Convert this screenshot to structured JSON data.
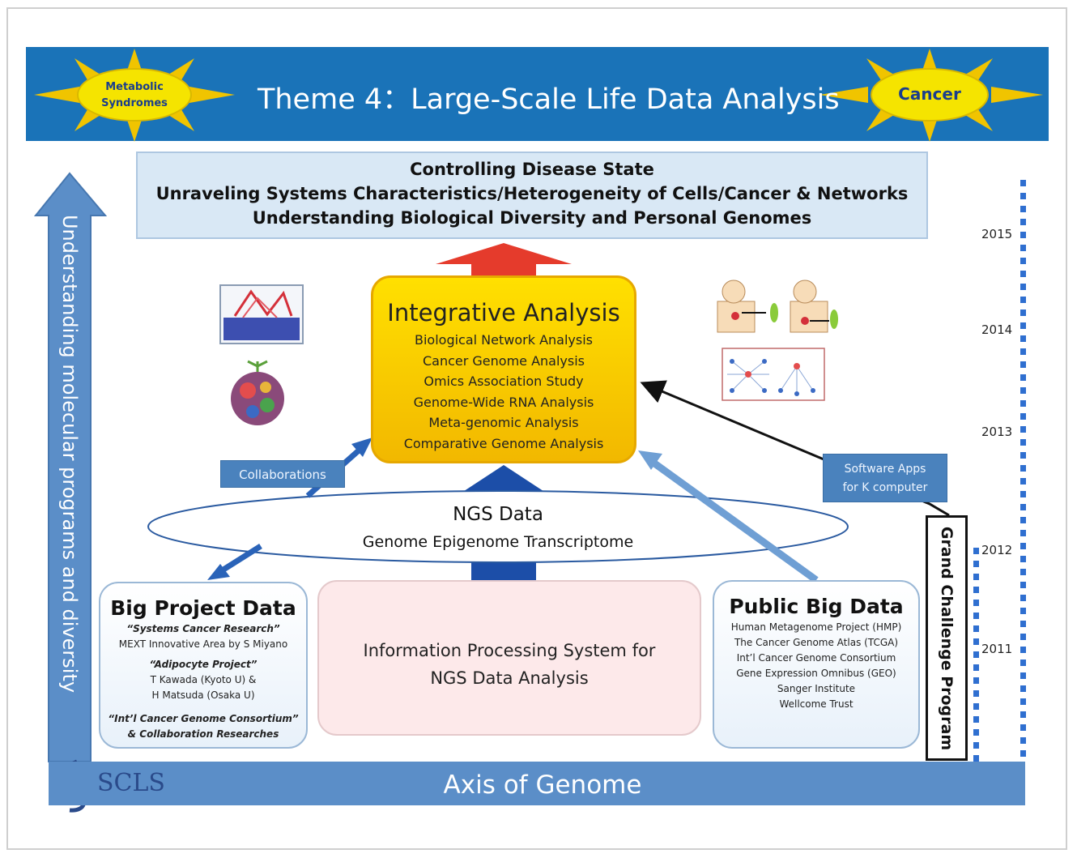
{
  "banner": {
    "title": "Theme 4：Large-Scale Life Data Analysis",
    "left_sun_line1": "Metabolic",
    "left_sun_line2": "Syndromes",
    "right_sun": "Cancer"
  },
  "goals": {
    "line1": "Controlling Disease State",
    "line2": "Unraveling Systems Characteristics/Heterogeneity of Cells/Cancer & Networks",
    "line3": "Understanding Biological Diversity and Personal Genomes"
  },
  "vertical_axis": "Understanding molecular programs and diversity",
  "integrative": {
    "title": "Integrative Analysis",
    "items": [
      "Biological Network Analysis",
      "Cancer Genome Analysis",
      "Omics Association Study",
      "Genome-Wide RNA Analysis",
      "Meta-genomic Analysis",
      "Comparative Genome Analysis"
    ]
  },
  "collaborations": "Collaborations",
  "software": {
    "line1": "Software Apps",
    "line2": "for K computer"
  },
  "ngs": {
    "title": "NGS Data",
    "subtitle": "Genome  Epigenome  Transcriptome"
  },
  "big_project": {
    "title": "Big Project Data",
    "lines": [
      "“Systems Cancer Research”",
      "MEXT Innovative Area by S Miyano",
      "“Adipocyte Project”",
      "T Kawada (Kyoto U) &",
      "H Matsuda (Osaka U)",
      "“Int’l Cancer Genome Consortium”",
      "& Collaboration Researches"
    ]
  },
  "info_system": {
    "line1": "Information Processing System for",
    "line2": "NGS Data Analysis"
  },
  "public_big": {
    "title": "Public Big Data",
    "lines": [
      "Human Metagenome Project (HMP)",
      "The Cancer Genome Atlas (TCGA)",
      "Int’l Cancer Genome Consortium",
      "Gene Expression Omnibus (GEO)",
      "Sanger Institute",
      "Wellcome Trust"
    ]
  },
  "grand_challenge": "Grand Challenge Program",
  "years": [
    "2015",
    "2014",
    "2013",
    "2012",
    "2011"
  ],
  "axis_of_genome": "Axis of Genome",
  "logo": "SCLS",
  "colors": {
    "banner": "#1a73b8",
    "integrative": "#f5c400",
    "tag": "#4a82bd",
    "bottom_bar": "#5b8ec8"
  }
}
